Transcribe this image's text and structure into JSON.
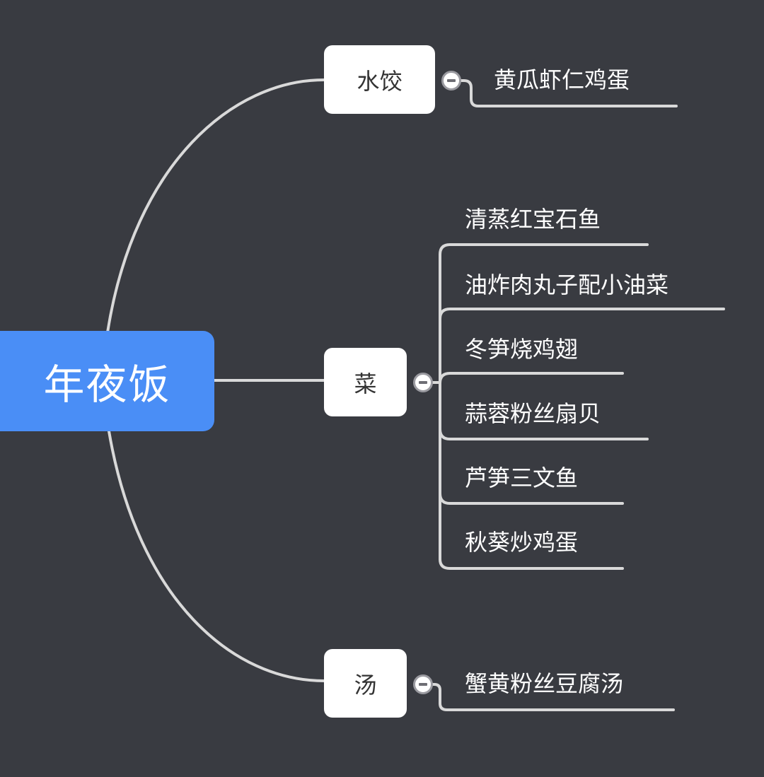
{
  "central_topic": "年夜饭",
  "branches": [
    {
      "label": "水饺",
      "children": [
        "黄瓜虾仁鸡蛋"
      ]
    },
    {
      "label": "菜",
      "children": [
        "清蒸红宝石鱼",
        "油炸肉丸子配小油菜",
        "冬笋烧鸡翅",
        "蒜蓉粉丝扇贝",
        "芦笋三文鱼",
        "秋葵炒鸡蛋"
      ]
    },
    {
      "label": "汤",
      "children": [
        "蟹黄粉丝豆腐汤"
      ]
    }
  ],
  "colors": {
    "background": "#393b41",
    "central_topic": "#4a8ef6",
    "main_topic": "#ffffff",
    "connector": "#d9d9d9"
  }
}
